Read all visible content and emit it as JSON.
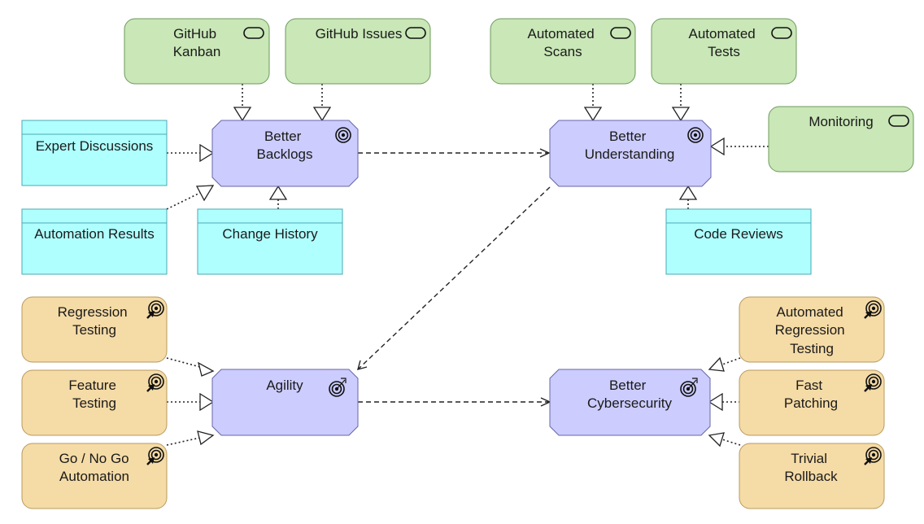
{
  "nodes": {
    "github_kanban": [
      "GitHub",
      "Kanban"
    ],
    "github_issues": [
      "GitHub Issues"
    ],
    "automated_scans": [
      "Automated",
      "Scans"
    ],
    "automated_tests": [
      "Automated",
      "Tests"
    ],
    "monitoring": [
      "Monitoring"
    ],
    "expert_discussions": [
      "Expert Discussions"
    ],
    "automation_results": [
      "Automation Results"
    ],
    "change_history": [
      "Change History"
    ],
    "code_reviews": [
      "Code Reviews"
    ],
    "better_backlogs": [
      "Better",
      "Backlogs"
    ],
    "better_understanding": [
      "Better",
      "Understanding"
    ],
    "agility": [
      "Agility"
    ],
    "better_cybersecurity": [
      "Better",
      "Cybersecurity"
    ],
    "regression_testing": [
      "Regression",
      "Testing"
    ],
    "feature_testing": [
      "Feature",
      "Testing"
    ],
    "go_no_go": [
      "Go / No Go",
      "Automation"
    ],
    "automated_regression_testing": [
      "Automated",
      "Regression",
      "Testing"
    ],
    "fast_patching": [
      "Fast",
      "Patching"
    ],
    "trivial_rollback": [
      "Trivial",
      "Rollback"
    ]
  },
  "colors": {
    "application_service": "#c9e7b7",
    "data_object": "#b0ffff",
    "goal": "#ccccff",
    "outcome_capability": "#f5dba6"
  },
  "icon_names": {
    "service": "service-icon",
    "goal": "target-icon",
    "outcome": "target-arrow-icon"
  }
}
